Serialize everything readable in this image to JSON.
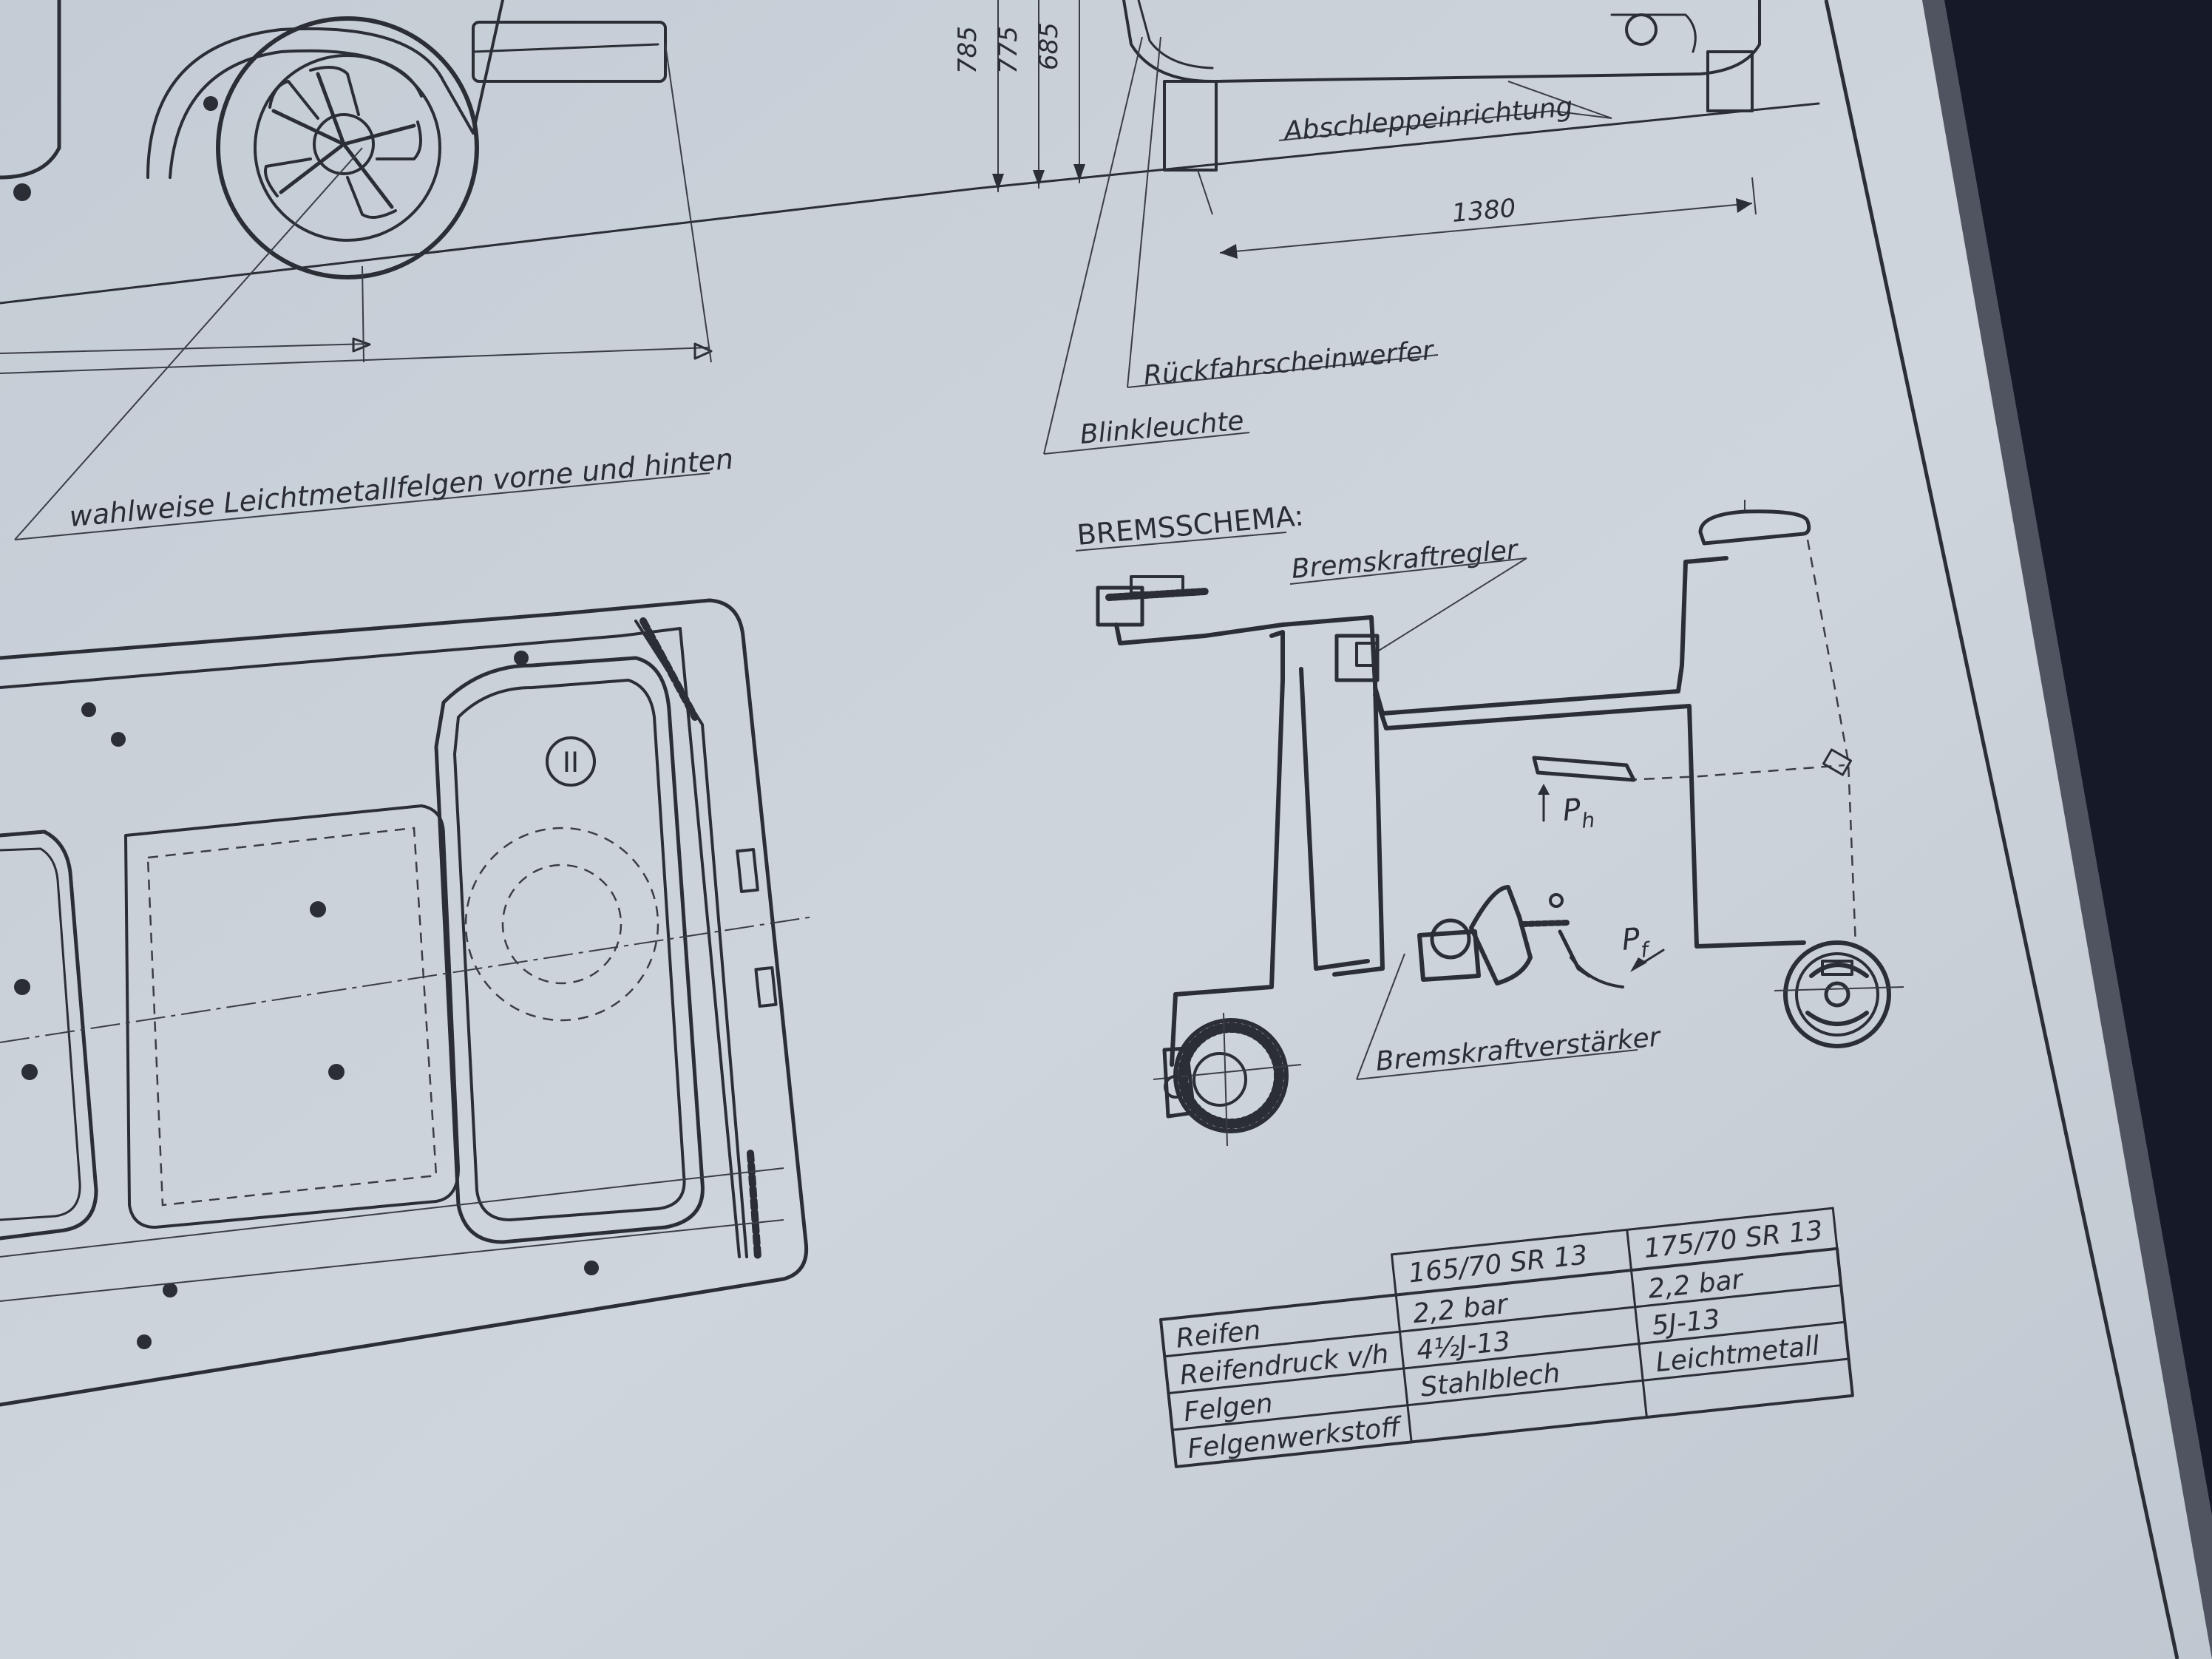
{
  "colors": {
    "paper": "#c9d0d8",
    "ink": "#2a2d33",
    "background": "#1a1d2a"
  },
  "top_dimensions": [
    "785",
    "775",
    "685"
  ],
  "side_labels": {
    "tow": "Abschleppeinrichtung",
    "width_dim": "1380",
    "reverse_light": "Rückfahrscheinwerfer",
    "turn_light": "Blinkleuchte",
    "alloy_note": "wahlweise Leichtmetallfelgen vorne und hinten"
  },
  "top_view": {
    "marker": "II"
  },
  "brake_schema": {
    "title": "BREMSSCHEMA:",
    "regulator": "Bremskraftregler",
    "booster": "Bremskraftverstärker",
    "handbrake_force": "P",
    "handbrake_sub": "h",
    "foot_force": "P",
    "foot_sub": "f"
  },
  "tire_table": {
    "rows": [
      {
        "label": "Reifen",
        "std": "165/70 SR 13",
        "opt": "175/70 SR 13"
      },
      {
        "label": "Reifendruck v/h",
        "std": "2,2 bar",
        "opt": "2,2 bar"
      },
      {
        "label": "Felgen",
        "std": "4½J-13",
        "opt": "5J-13"
      },
      {
        "label": "Felgenwerkstoff",
        "std": "Stahlblech",
        "opt": "Leichtmetall"
      }
    ]
  }
}
